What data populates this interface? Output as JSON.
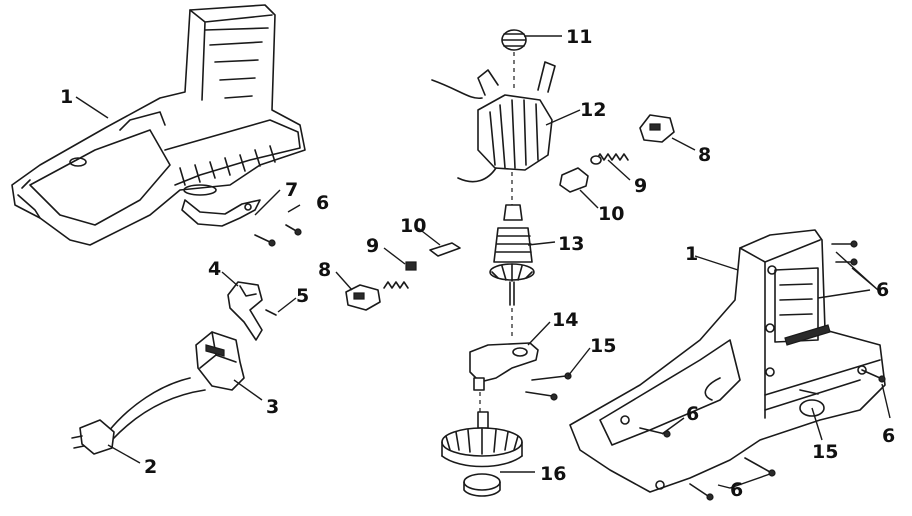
{
  "callouts": [
    {
      "id": "c1a",
      "text": "1"
    },
    {
      "id": "c1b",
      "text": "1"
    },
    {
      "id": "c2",
      "text": "2"
    },
    {
      "id": "c3",
      "text": "3"
    },
    {
      "id": "c4",
      "text": "4"
    },
    {
      "id": "c5",
      "text": "5"
    },
    {
      "id": "c6a",
      "text": "6"
    },
    {
      "id": "c6b",
      "text": "6"
    },
    {
      "id": "c6c",
      "text": "6"
    },
    {
      "id": "c6d",
      "text": "6"
    },
    {
      "id": "c6e",
      "text": "6"
    },
    {
      "id": "c7",
      "text": "7"
    },
    {
      "id": "c8a",
      "text": "8"
    },
    {
      "id": "c8b",
      "text": "8"
    },
    {
      "id": "c9a",
      "text": "9"
    },
    {
      "id": "c9b",
      "text": "9"
    },
    {
      "id": "c10a",
      "text": "10"
    },
    {
      "id": "c10b",
      "text": "10"
    },
    {
      "id": "c11",
      "text": "11"
    },
    {
      "id": "c12",
      "text": "12"
    },
    {
      "id": "c13",
      "text": "13"
    },
    {
      "id": "c14",
      "text": "14"
    },
    {
      "id": "c15a",
      "text": "15"
    },
    {
      "id": "c15b",
      "text": "15"
    },
    {
      "id": "c16",
      "text": "16"
    }
  ]
}
